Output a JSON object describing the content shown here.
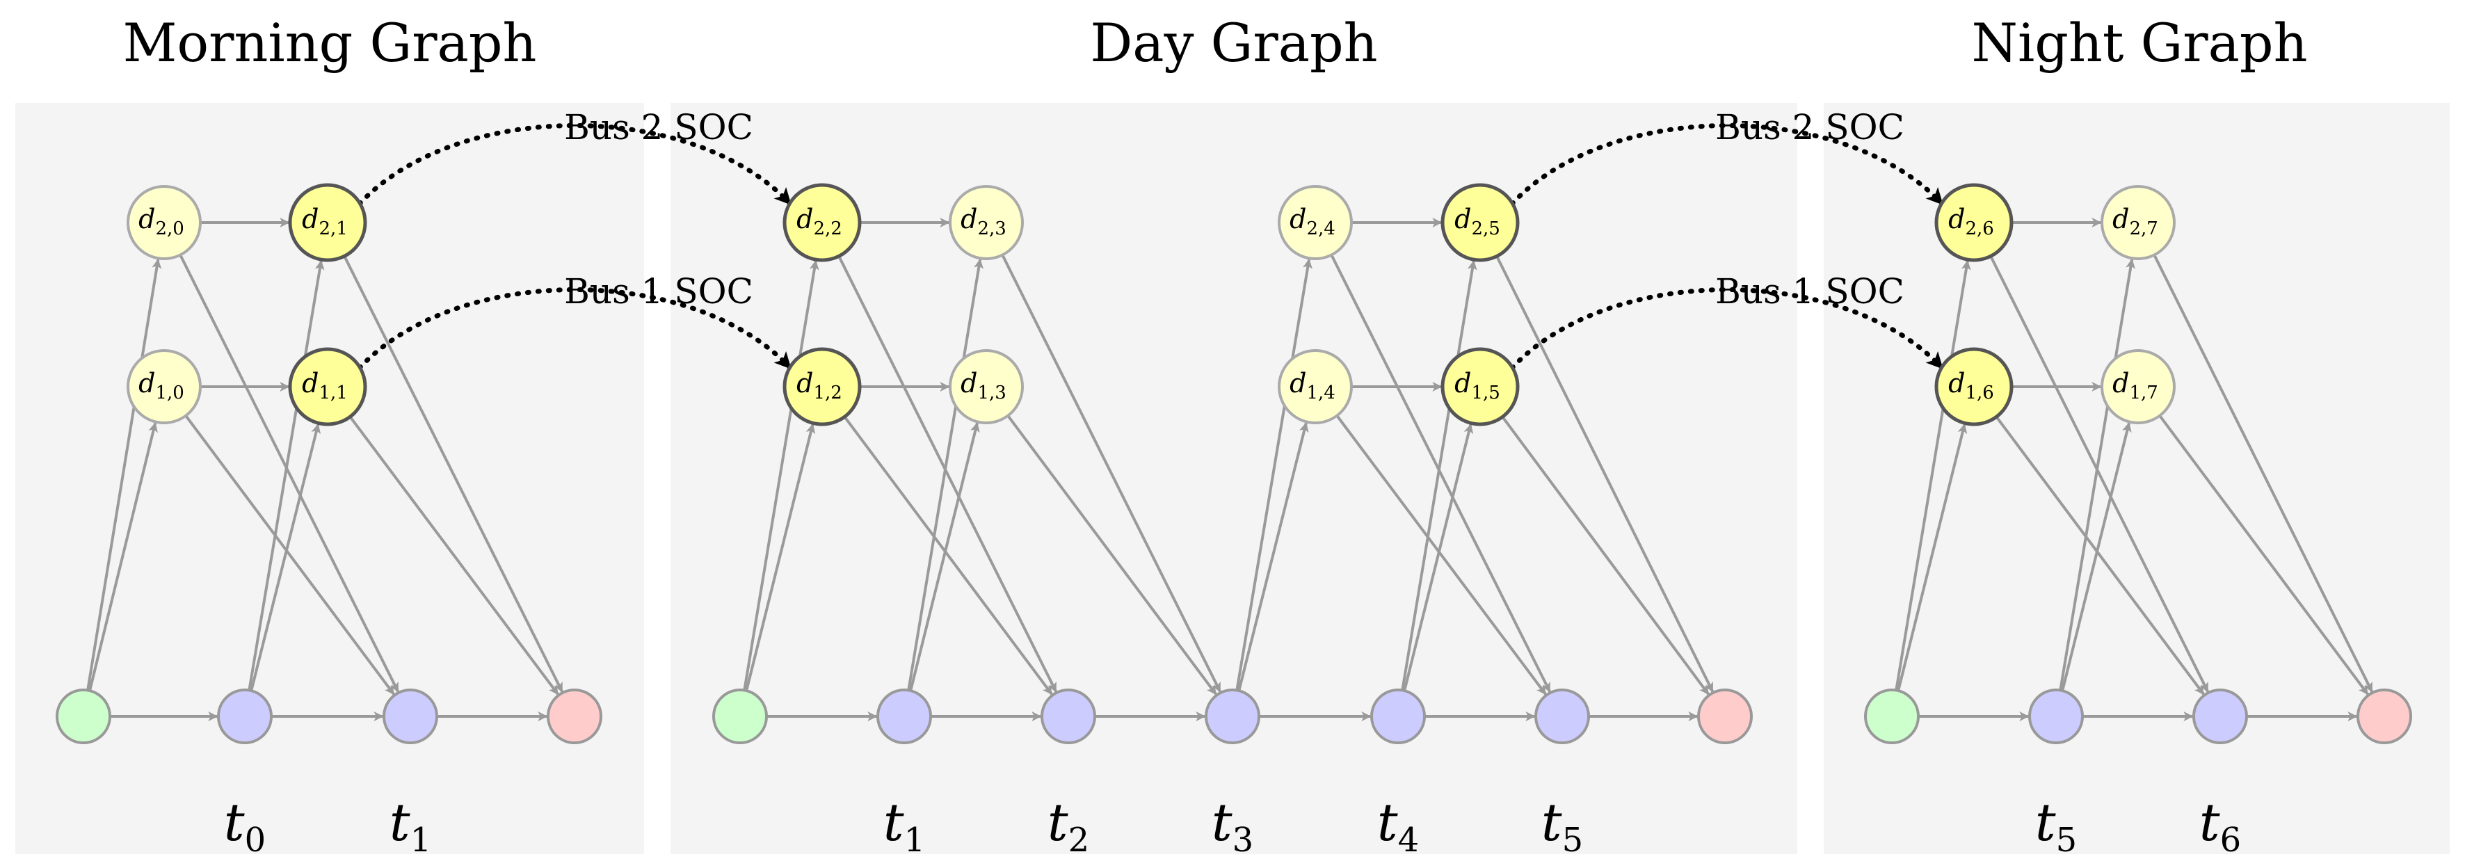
{
  "panels": [
    {
      "title": "Morning Graph",
      "times": [
        {
          "base": "t",
          "sub": "0"
        },
        {
          "base": "t",
          "sub": "1"
        }
      ],
      "soc_nodes": [
        {
          "bus": "2",
          "index": "0",
          "highlight": false
        },
        {
          "bus": "2",
          "index": "1",
          "highlight": true
        },
        {
          "bus": "1",
          "index": "0",
          "highlight": false
        },
        {
          "bus": "1",
          "index": "1",
          "highlight": true
        }
      ]
    },
    {
      "title": "Day Graph",
      "times": [
        {
          "base": "t",
          "sub": "1"
        },
        {
          "base": "t",
          "sub": "2"
        },
        {
          "base": "t",
          "sub": "3"
        },
        {
          "base": "t",
          "sub": "4"
        },
        {
          "base": "t",
          "sub": "5"
        }
      ],
      "soc_nodes": [
        {
          "bus": "2",
          "index": "2",
          "highlight": true
        },
        {
          "bus": "2",
          "index": "3",
          "highlight": false
        },
        {
          "bus": "2",
          "index": "4",
          "highlight": false
        },
        {
          "bus": "2",
          "index": "5",
          "highlight": true
        },
        {
          "bus": "1",
          "index": "2",
          "highlight": true
        },
        {
          "bus": "1",
          "index": "3",
          "highlight": false
        },
        {
          "bus": "1",
          "index": "4",
          "highlight": false
        },
        {
          "bus": "1",
          "index": "5",
          "highlight": true
        }
      ]
    },
    {
      "title": "Night Graph",
      "times": [
        {
          "base": "t",
          "sub": "5"
        },
        {
          "base": "t",
          "sub": "6"
        }
      ],
      "soc_nodes": [
        {
          "bus": "2",
          "index": "6",
          "highlight": true
        },
        {
          "bus": "2",
          "index": "7",
          "highlight": false
        },
        {
          "bus": "1",
          "index": "6",
          "highlight": true
        },
        {
          "bus": "1",
          "index": "7",
          "highlight": false
        }
      ]
    }
  ],
  "soc_links": [
    {
      "label": "Bus 2 SOC"
    },
    {
      "label": "Bus 1 SOC"
    },
    {
      "label": "Bus 2 SOC"
    },
    {
      "label": "Bus 1 SOC"
    }
  ],
  "colors": {
    "panel_background": "#f4f4f4",
    "source_node": "#ccffcc",
    "time_node": "#ccccff",
    "sink_node": "#ffcccc",
    "soc_node": "#ffffcc",
    "soc_node_highlight": "#ffff99",
    "edge": "#9a9a9a",
    "link": "#000000"
  }
}
